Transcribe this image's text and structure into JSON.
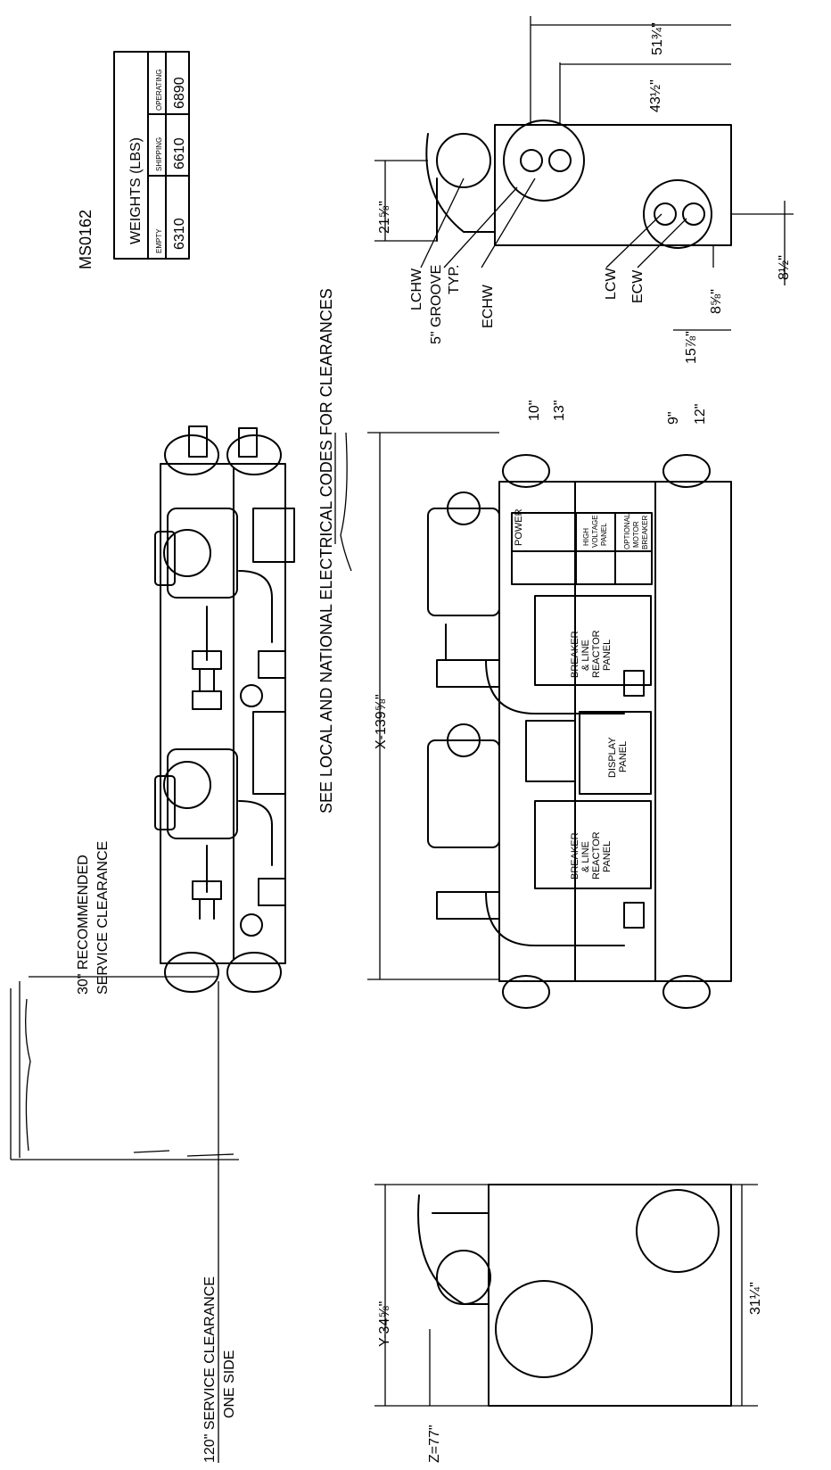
{
  "doc_id": "MS0162",
  "weights_table": {
    "title": "WEIGHTS (LBS)",
    "headers": [
      "EMPTY",
      "SHIPPING",
      "OPERATING"
    ],
    "values": [
      "6310",
      "6610",
      "6890"
    ]
  },
  "clearance_note": "SEE LOCAL AND NATIONAL ELECTRICAL CODES FOR CLEARANCES",
  "service_clearance": {
    "recommended": "30\" RECOMMENDED",
    "recommended_2": "SERVICE CLEARANCE",
    "one_side": "120\" SERVICE CLEARANCE",
    "one_side_2": "ONE SIDE"
  },
  "dimensions": {
    "x": "X-139⅝\"",
    "y": "Y-34⅝\"",
    "z": "Z=77\"",
    "width_31": "31¼\"",
    "d_51": "51¾\"",
    "d_43": "43½\"",
    "d_21": "21⅝\"",
    "d_8a": "8½\"",
    "d_8b": "8⅝\"",
    "d_15": "15⅞\"",
    "d_10": "10\"",
    "d_13": "13\"",
    "d_9": "9\"",
    "d_12": "12\""
  },
  "connections": {
    "lchw": "LCHW",
    "groove": "5\" GROOVE",
    "typ": "TYP.",
    "echw": "ECHW",
    "lcw": "LCW",
    "ecw": "ECW"
  },
  "panels": {
    "power": "POWER",
    "high_voltage": [
      "HIGH",
      "VOLTAGE",
      "PANEL"
    ],
    "optional_breaker": [
      "OPTIONAL",
      "MOTOR",
      "BREAKER"
    ],
    "breaker_1": [
      "BREAKER",
      "& LINE",
      "REACTOR",
      "PANEL"
    ],
    "display": [
      "DISPLAY",
      "PANEL"
    ],
    "breaker_2": [
      "BREAKER",
      "& LINE",
      "REACTOR",
      "PANEL"
    ]
  }
}
